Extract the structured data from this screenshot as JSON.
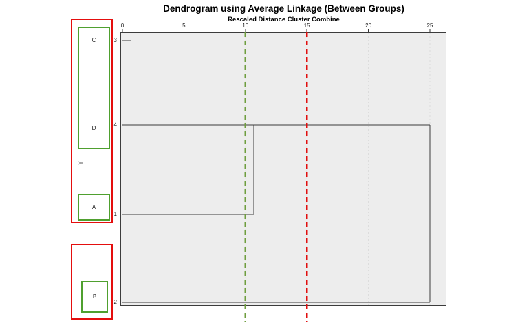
{
  "title": "Dendrogram using Average Linkage (Between Groups)",
  "subtitle": "Rescaled Distance Cluster Combine",
  "y_axis_label": "Y",
  "chart_data": {
    "type": "dendrogram",
    "orientation": "horizontal",
    "title": "Dendrogram using Average Linkage (Between Groups)",
    "xlabel": "Rescaled Distance Cluster Combine",
    "ylabel": "Y",
    "x_range": [
      0,
      25
    ],
    "x_ticks": [
      0,
      5,
      10,
      15,
      20,
      25
    ],
    "grid": "faint-vertical-dashed",
    "leaf_order": [
      "3",
      "4",
      "1",
      "2"
    ],
    "leaf_labels": {
      "3": "C",
      "4": "D",
      "1": "A",
      "2": "B"
    },
    "merges": [
      {
        "members": [
          "3",
          "4"
        ],
        "rescaled_distance": 0.7
      },
      {
        "members": [
          "3+4",
          "1"
        ],
        "rescaled_distance": 10.7
      },
      {
        "members": [
          "3+4+1",
          "2"
        ],
        "rescaled_distance": 25
      }
    ],
    "segments": {
      "horizontal": [
        {
          "row": "3",
          "x1": 0,
          "x2": 0.7
        },
        {
          "row": "4",
          "x1": 0,
          "x2": 25
        },
        {
          "row": "1",
          "x1": 0,
          "x2": 10.7
        },
        {
          "row": "2",
          "x1": 0,
          "x2": 25
        }
      ],
      "vertical": [
        {
          "x": 0.7,
          "row1": "3",
          "row2": "4"
        },
        {
          "x": 10.7,
          "row1": "4",
          "row2": "1"
        },
        {
          "x": 25,
          "row1": "4",
          "row2": "2"
        }
      ]
    },
    "cut_lines": [
      {
        "rescaled_distance": 10,
        "color": "#6f9e3f",
        "style": "dashed"
      },
      {
        "rescaled_distance": 15,
        "color": "#e10e0e",
        "style": "dashed"
      }
    ],
    "annotations": {
      "green_boxes_groups": [
        [
          "C",
          "D"
        ],
        [
          "A"
        ],
        [
          "B"
        ]
      ],
      "red_boxes_groups": [
        [
          "C",
          "D",
          "A"
        ],
        [
          "B"
        ]
      ]
    },
    "colors": {
      "dendrogram_line": "#3a3a3a",
      "plot_background": "#ededed",
      "red_annotation": "#e40e0e",
      "green_annotation": "#4fa02f"
    }
  }
}
